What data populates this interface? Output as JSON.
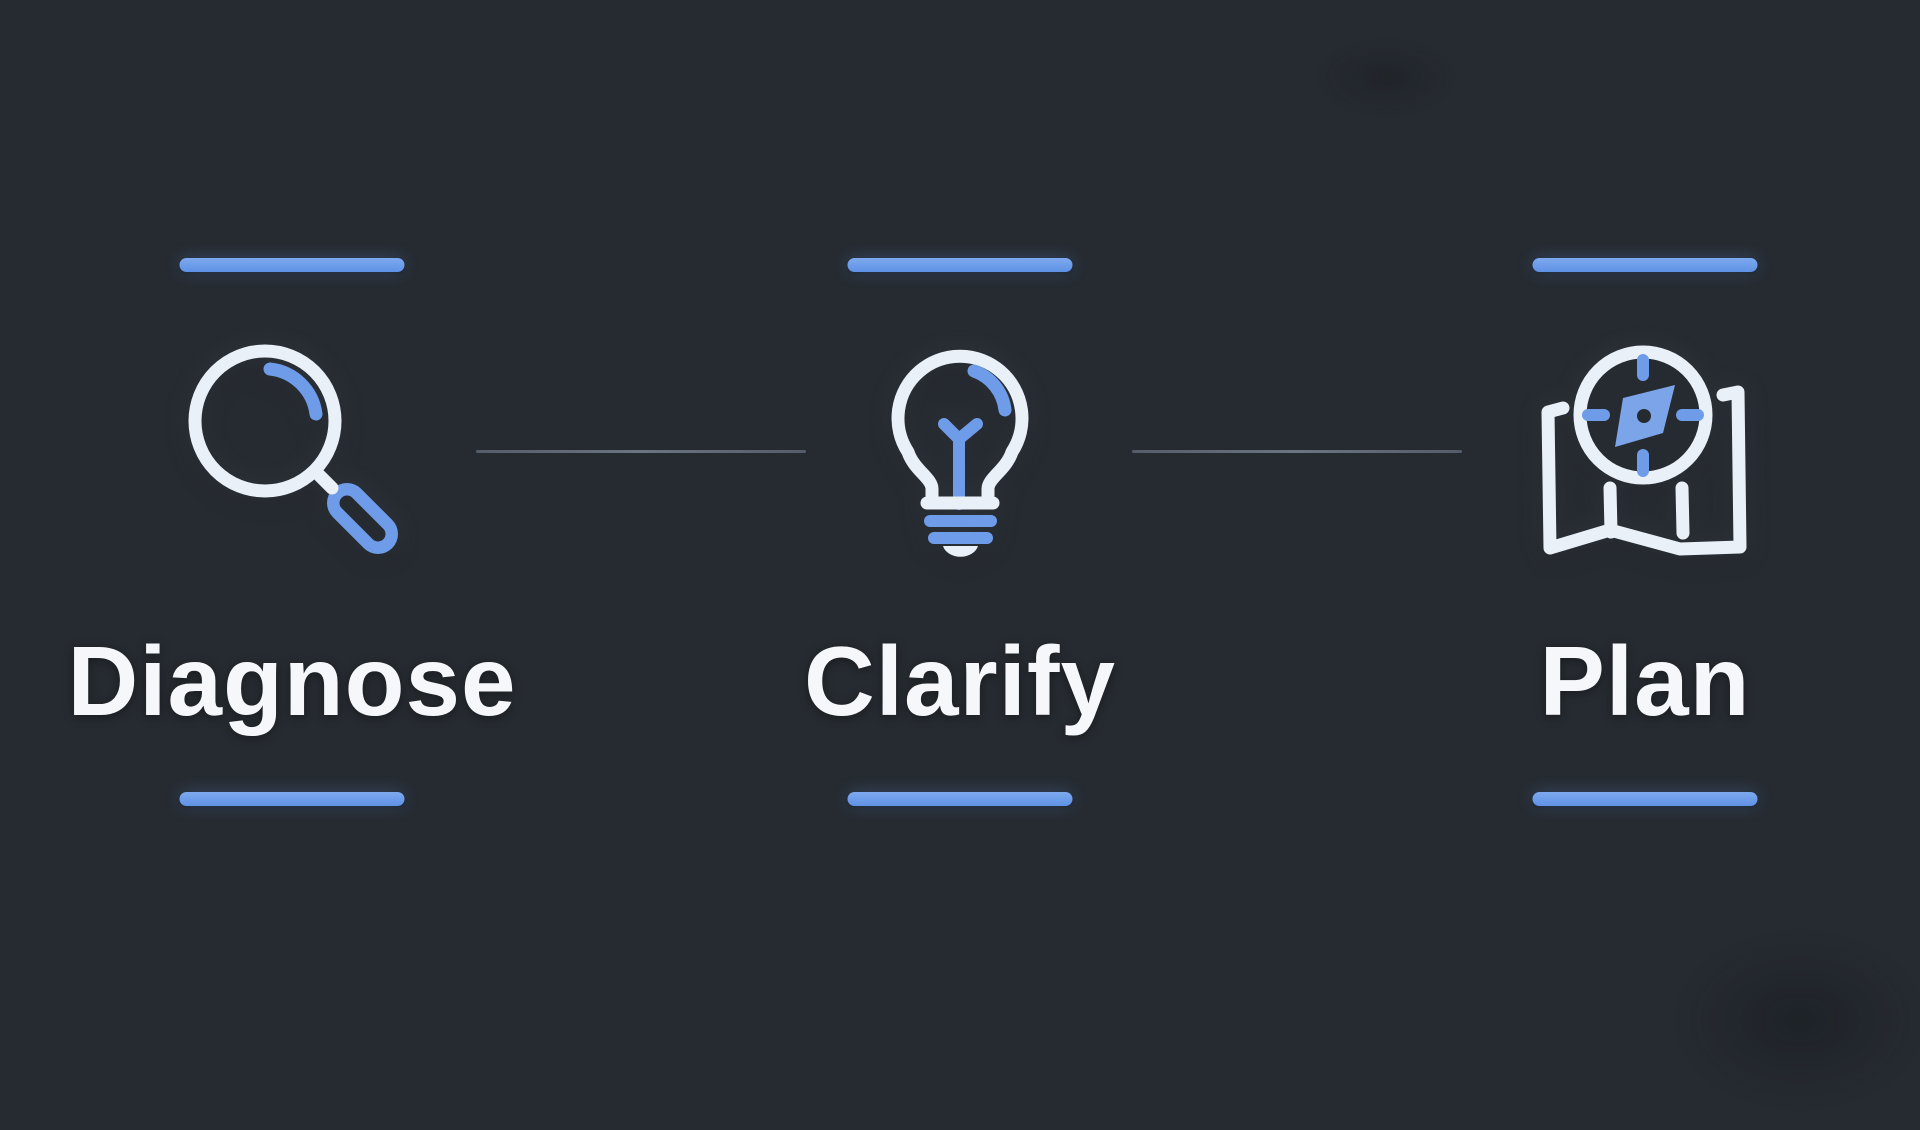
{
  "diagram": {
    "steps": [
      {
        "label": "Diagnose",
        "icon": "magnifier-icon"
      },
      {
        "label": "Clarify",
        "icon": "lightbulb-icon"
      },
      {
        "label": "Plan",
        "icon": "map-compass-icon"
      }
    ],
    "connector_count": 2,
    "colors": {
      "background": "#262b31",
      "accent_blue": "#6b9ce9",
      "accent_blue_light": "#7da9ee",
      "icon_stroke_white": "#eaf0f8",
      "label_text": "#f5f7fa",
      "connector": "#6e7884",
      "compass_needle": "#7ba4e9"
    }
  }
}
